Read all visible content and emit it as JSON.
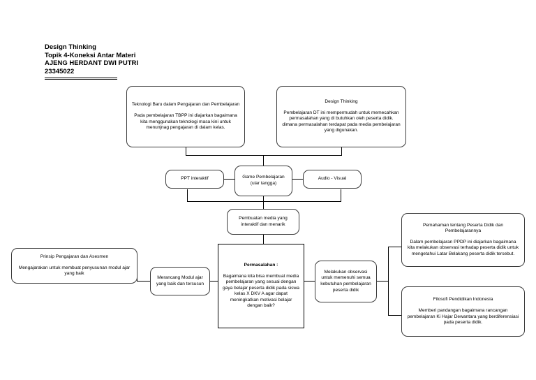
{
  "header": {
    "line1": "Design Thinking",
    "line2": "Topik 4-Koneksi Antar Materi",
    "line3": "AJENG HERDANT DWI PUTRI",
    "line4": "23345022"
  },
  "nodes": {
    "teknologi_baru": {
      "title": "Teknologi Baru dalam Pengajaran dan Pembelajaran",
      "body": "Pada pembelajaran TBPP ini diajarkan bagaimana kita menggunakan teknologi masa kini untuk menunjnag pengajaran di dalam kelas."
    },
    "design_thinking": {
      "title": "Design Thinking",
      "body": "Pembelajaran DT ini mempermudah untuk memecahkan permasalahan yang di butuhkan oleh peserta didik. dimana permasalahan terdapat pada media pembelajaran yang digunakan."
    },
    "ppt_interaktif": {
      "title": "PPT interaktif"
    },
    "game_pembelajaran": {
      "title": "Game Pembelajaran (ular tangga)"
    },
    "audio_visual": {
      "title": "Audio - Visual"
    },
    "pembuatan_media": {
      "title": "Pembuatan media yang interaktif dan menarik"
    },
    "permasalahan": {
      "title": "Permasalahan :",
      "body": "Bagaimana kita bisa membuat media pembelajaran yang sesuai dengan gaya belajar peserta didik pada siswa kelas X DKV A agar dapat meningkatkan motivasi belajar dengan baik?"
    },
    "prinsip_pengajaran": {
      "title": "Prinsip Pengajaran dan Asesmen",
      "body": "Mengajarakan untuk membuat penyusunan modul ajar yang baik"
    },
    "merancang_modul": {
      "title": "Merancang Modul ajar yang baik dan tersusun"
    },
    "melakukan_observasi": {
      "title": "Melakukan observasi untuk memenuhi semua kebutuhan pembelajaran peserta didik"
    },
    "pemahaman_peserta": {
      "title": "Pemahaman tentang Peserta Didik dan Pembelajarannya",
      "body": "Dalam pembelajaran PPDP ini diajarkan bagaimana kita melakukan observasi terhadap peserta didik untuk mengetahui Latar Belakang peserta didik tersebut."
    },
    "filosofi_pendidikan": {
      "title": "Filosofi Pendidikan Indonesia",
      "body": "Memberi pandangan bagaimana rancangan pembelajaran Ki Hajar Dewantara yang berdiferensiasi pada peserta didik."
    }
  },
  "colors": {
    "node_border": "#3a3a3a",
    "emphasis_border": "#000000",
    "background": "#ffffff",
    "text": "#000000"
  }
}
